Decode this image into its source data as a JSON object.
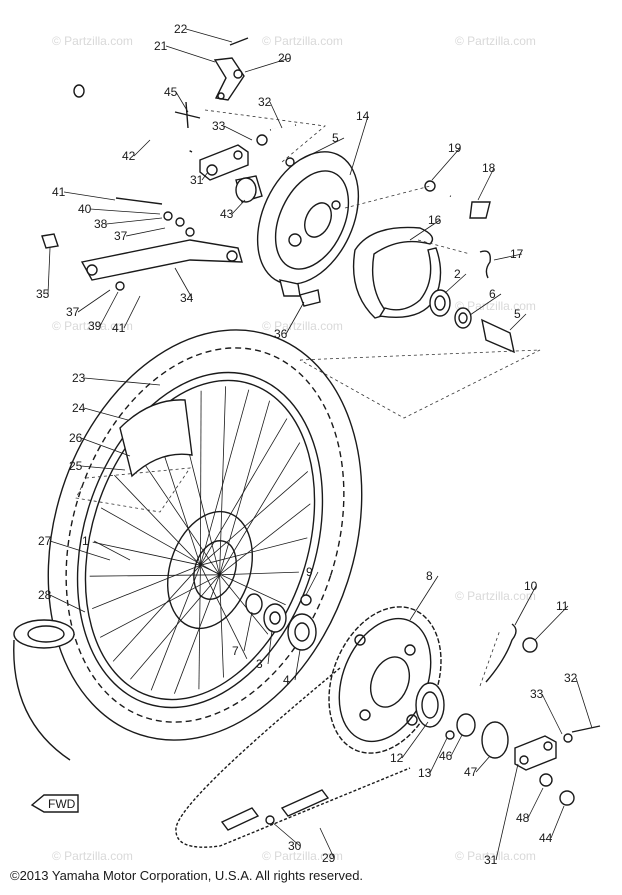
{
  "copyright": "©2013  Yamaha Motor Corporation, U.S.A. All rights reserved.",
  "watermark": "© Partzilla.com",
  "watermark_center": "© Partzilla.com",
  "direction_mark": "FWD",
  "callouts": [
    "1",
    "2",
    "3",
    "4",
    "5",
    "5",
    "6",
    "7",
    "8",
    "9",
    "10",
    "11",
    "12",
    "13",
    "14",
    "16",
    "17",
    "18",
    "19",
    "20",
    "21",
    "22",
    "23",
    "24",
    "25",
    "26",
    "27",
    "28",
    "29",
    "30",
    "31",
    "31",
    "32",
    "32",
    "33",
    "33",
    "34",
    "35",
    "36",
    "37",
    "37",
    "38",
    "39",
    "40",
    "41",
    "41",
    "42",
    "43",
    "44",
    "45",
    "46",
    "47",
    "48"
  ]
}
